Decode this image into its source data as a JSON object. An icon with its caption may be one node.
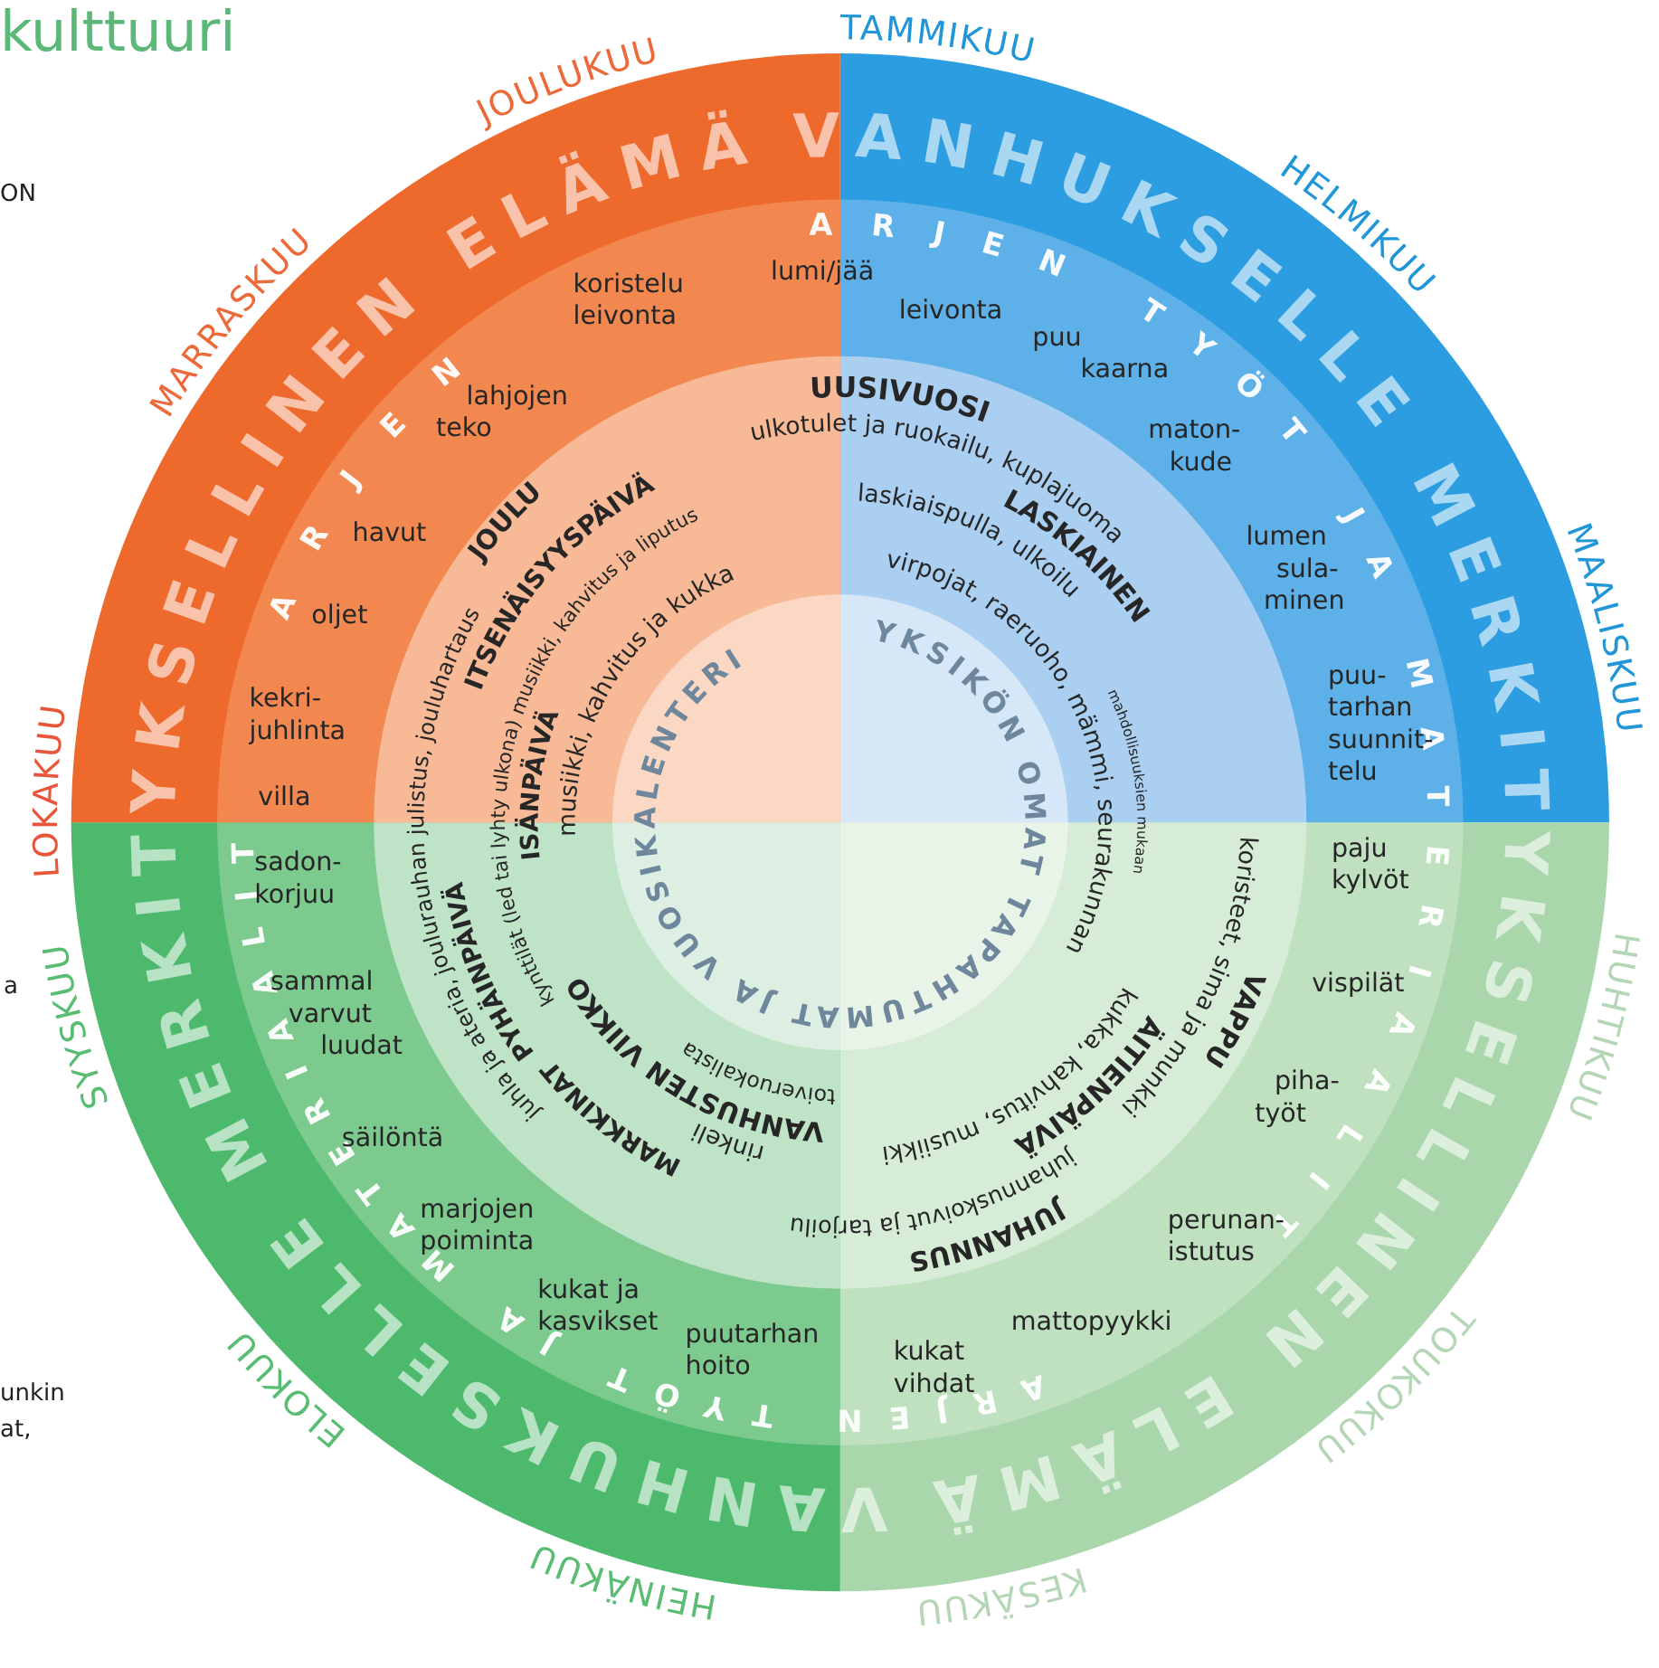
{
  "diagram": {
    "title": "kulttuuri",
    "labels": [
      "TAMMIKUU",
      "HELMIKUU",
      "MAALISKUU",
      "HUHTIKUU",
      "TOUKOKUU",
      "KESÄKUU",
      "HEINÄKUU",
      "ELOKUU",
      "SYYSKUU",
      "LOKAKUU",
      "MARRASKUU",
      "JOULUKUU",
      "VANHUKSELLE MERKITYKSELLINEN ELÄMÄ",
      "VANHUKSELLE MERKITYKSELLINEN ELÄMÄ",
      "ARJEN TYÖT JA MATERIAALIT",
      "ARJEN TYÖT JA MATERIAALIT",
      "ARJEN",
      "lumi/jää",
      "leivonta",
      "puu kaarna",
      "maton- kude",
      "lumen sula- minen",
      "puu- tarhan suunnit- telu",
      "paju kylvöt",
      "vispilät",
      "piha- työt",
      "perunan- istutus",
      "mattopyykki",
      "kukat vihdat",
      "puutarhan hoito",
      "kukat ja kasvikset",
      "marjojen poiminta",
      "säilöntä",
      "sammal varvut luudat",
      "sadon- korjuu",
      "villa",
      "kekri- juhlinta",
      "oljet",
      "havut",
      "lahjojen teko",
      "koristelu leivonta",
      "UUSIVUOSI",
      "ulkotulet ja ruokailu, kuplajuoma",
      "LASKIAINEN",
      "laskiaispulla, ulkoilu",
      "virpojat, raeruoho, mämmi, seurakunnan",
      "mahdollisuuksien mukaan",
      "koristeet, sima ja munkki",
      "VAPPU",
      "kukka, kahvitus, musiikki",
      "ÄITIENPÄIVÄ",
      "juhannuskoivut ja tarjoilu",
      "JUHANNUS",
      "toiveruokalista",
      "VANHUSTEN VIIKKO",
      "rinkeli",
      "MARKKINAT",
      "PYHÄINPÄIVÄ",
      "kynttilät (led tai lyhty ulkona) musiikki, kahvitus ja liputus",
      "juhla ja ateria, joulurauhan julistus, jouluhartaus",
      "ISÄNPÄIVÄ",
      "musiikki, kahvitus ja kukka",
      "ITSENÄISYYSPÄIVÄ",
      "JOULU",
      "YKSIKÖN OMAT TAPAHTUMAT JA VUOSIKALENTERI",
      "ON",
      "a",
      "unkin",
      "at,"
    ]
  }
}
